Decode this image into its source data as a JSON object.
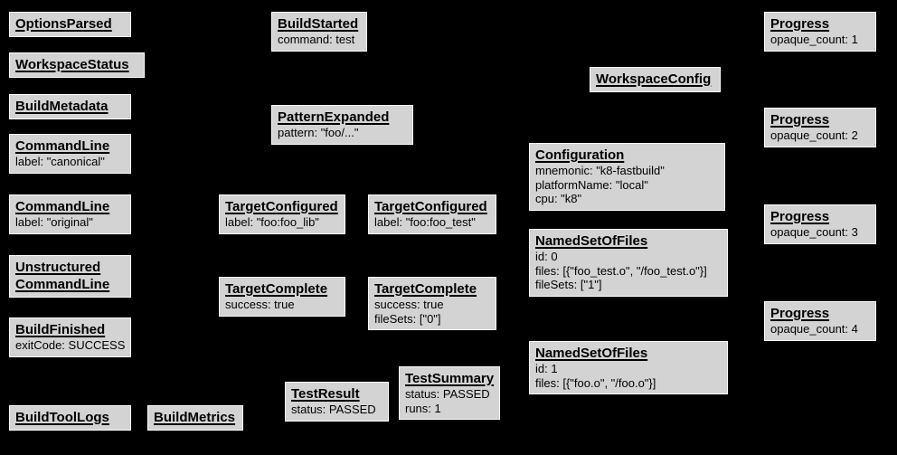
{
  "colors": {
    "background": "#000000",
    "node_fill": "#d3d3d3",
    "node_border": "#ffffff",
    "node_text": "#000000"
  },
  "nodes": {
    "options_parsed": {
      "title": "OptionsParsed",
      "lines": []
    },
    "workspace_status": {
      "title": "WorkspaceStatus",
      "lines": []
    },
    "build_metadata": {
      "title": "BuildMetadata",
      "lines": []
    },
    "command_line_canonical": {
      "title": "CommandLine",
      "lines": [
        "label: \"canonical\""
      ]
    },
    "command_line_original": {
      "title": "CommandLine",
      "lines": [
        "label: \"original\""
      ]
    },
    "unstructured_command_line": {
      "title": "Unstructured CommandLine",
      "lines": []
    },
    "build_finished": {
      "title": "BuildFinished",
      "lines": [
        "exitCode: SUCCESS"
      ]
    },
    "build_tool_logs": {
      "title": "BuildToolLogs",
      "lines": []
    },
    "build_metrics": {
      "title": "BuildMetrics",
      "lines": []
    },
    "build_started": {
      "title": "BuildStarted",
      "lines": [
        "command: test"
      ]
    },
    "pattern_expanded": {
      "title": "PatternExpanded",
      "lines": [
        "pattern: \"foo/...\""
      ]
    },
    "target_configured_lib": {
      "title": "TargetConfigured",
      "lines": [
        "label: \"foo:foo_lib\""
      ]
    },
    "target_configured_test": {
      "title": "TargetConfigured",
      "lines": [
        "label: \"foo:foo_test\""
      ]
    },
    "target_complete_lib": {
      "title": "TargetComplete",
      "lines": [
        "success: true"
      ]
    },
    "target_complete_test": {
      "title": "TargetComplete",
      "lines": [
        "success: true",
        "fileSets: [\"0\"]"
      ]
    },
    "test_result": {
      "title": "TestResult",
      "lines": [
        "status: PASSED"
      ]
    },
    "test_summary": {
      "title": "TestSummary",
      "lines": [
        "status: PASSED",
        "runs: 1"
      ]
    },
    "workspace_config": {
      "title": "WorkspaceConfig",
      "lines": []
    },
    "configuration": {
      "title": "Configuration",
      "lines": [
        "mnemonic: \"k8-fastbuild\"",
        "platformName: \"local\"",
        "cpu: \"k8\""
      ]
    },
    "named_set_of_files_0": {
      "title": "NamedSetOfFiles",
      "lines": [
        "id: 0",
        "files: [{\"foo_test.o\", \"/foo_test.o\"}]",
        "fileSets: [\"1\"]"
      ]
    },
    "named_set_of_files_1": {
      "title": "NamedSetOfFiles",
      "lines": [
        "id: 1",
        "files: [{\"foo.o\", \"/foo.o\"}]"
      ]
    },
    "progress_1": {
      "title": "Progress",
      "lines": [
        "opaque_count: 1"
      ]
    },
    "progress_2": {
      "title": "Progress",
      "lines": [
        "opaque_count: 2"
      ]
    },
    "progress_3": {
      "title": "Progress",
      "lines": [
        "opaque_count: 3"
      ]
    },
    "progress_4": {
      "title": "Progress",
      "lines": [
        "opaque_count: 4"
      ]
    }
  }
}
